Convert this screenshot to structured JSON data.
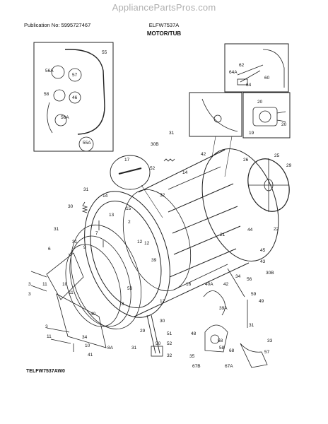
{
  "watermark": "AppliancePartsPros.com",
  "header": {
    "publication": "Publication No: 5995727467",
    "model": "ELFW7537A",
    "section_title": "MOTOR/TUB"
  },
  "diagram_code": "TELFW7537AW0",
  "inset_labels": {
    "hose_inset": [
      "55",
      "56A",
      "57",
      "58",
      "46",
      "56A",
      "55A"
    ],
    "top_right_inset": [
      "62",
      "64A",
      "60",
      "64"
    ],
    "motor_inset": [
      "20",
      "19",
      "20"
    ]
  },
  "callouts": [
    "31",
    "30B",
    "42",
    "26",
    "25",
    "29",
    "17",
    "52",
    "32",
    "14",
    "31",
    "14",
    "30",
    "13",
    "15",
    "31",
    "7",
    "12",
    "31",
    "6",
    "2",
    "12",
    "21",
    "44",
    "22",
    "45",
    "9",
    "7",
    "43",
    "39",
    "30B",
    "3",
    "11",
    "10",
    "11",
    "16",
    "40A",
    "42",
    "56",
    "59",
    "3",
    "12",
    "49",
    "8",
    "53",
    "39A",
    "34",
    "30",
    "29",
    "31",
    "51",
    "50",
    "48",
    "33",
    "35",
    "31",
    "52",
    "58",
    "58",
    "57",
    "32",
    "67B",
    "67A",
    "68",
    "40",
    "34",
    "3",
    "11",
    "10",
    "41",
    "8A"
  ]
}
